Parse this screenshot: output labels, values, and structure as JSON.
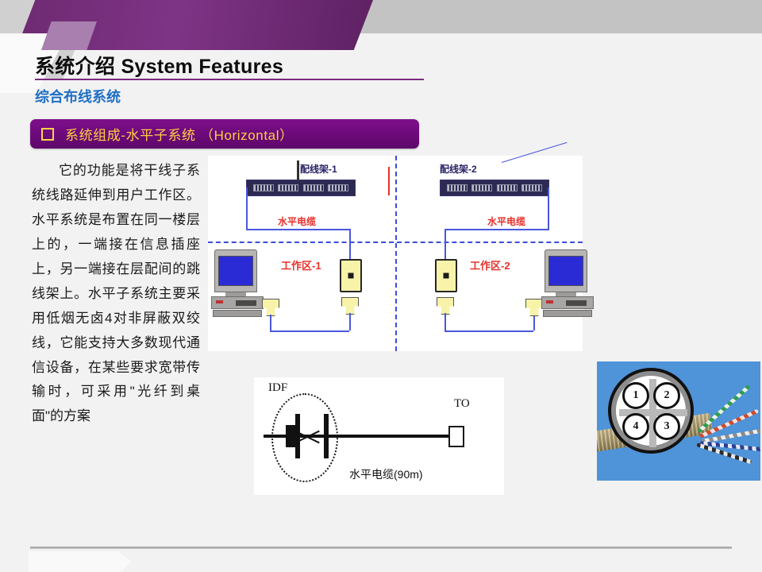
{
  "slide": {
    "title": "系统介绍 System Features",
    "subtitle": "综合布线系统",
    "section_banner": "系统组成-水平子系统 （Horizontal）",
    "body_text": "它的功能是将干线子系统线路延伸到用户工作区。水平系统是布置在同一楼层上的，一端接在信息插座上，另一端接在层配间的跳线架上。水平子系统主要采用低烟无卤4对非屏蔽双绞线，它能支持大多数现代通信设备，在某些要求宽带传输时，可采用\"光纤到桌面\"的方案"
  },
  "colors": {
    "banner_purple": "#6c0a79",
    "banner_text_gold": "#ffcf3f",
    "title_black": "#0d0d0d",
    "subtitle_blue": "#1f6fc4",
    "rule_purple": "#7b2a80",
    "header_gray": "#c3c3c3",
    "header_purple": "#7e3485",
    "header_light_purple": "#a87fae",
    "slide_bg": "#f2f2f2",
    "diagram_wire_blue": "#4a57dd",
    "diagram_label_red": "#e8312b",
    "diagram_panel_navy": "#2c2a52",
    "outlet_yellow": "#f7f3a8",
    "photo_bg_blue": "#4f93d8"
  },
  "figure_top": {
    "caption_labels": {
      "patch_panel_1": "配线架-1",
      "patch_panel_2": "配线架-2",
      "horizontal_cable_left": "水平电缆",
      "horizontal_cable_right": "水平电缆",
      "work_area_1": "工作区-1",
      "work_area_2": "工作区-2"
    }
  },
  "figure_bottom": {
    "idf_label": "IDF",
    "to_label": "TO",
    "caption": "水平电缆(90m)"
  },
  "cable_photo": {
    "pair_numbers": [
      "1",
      "2",
      "4",
      "3"
    ]
  }
}
